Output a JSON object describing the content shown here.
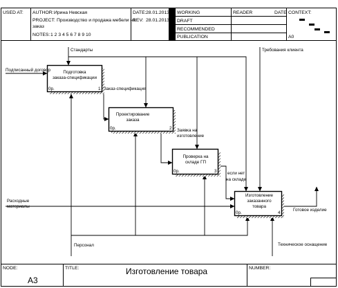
{
  "header": {
    "used_at": "USED AT:",
    "author_label": "AUTHOR:",
    "author": "Ирина Невская",
    "project_label": "PROJECT:",
    "project_line1": "Производство и продажа мебели на",
    "project_line2": "заказ",
    "notes_label": "NOTES:",
    "notes": "1  2  3  4  5  6  7  8  9  10",
    "date_label": "DATE:",
    "date": "28.01.2013",
    "rev_label": "REV:",
    "rev": "28.01.2013",
    "working": "WORKING",
    "draft": "DRAFT",
    "recommended": "RECOMMENDED",
    "publication": "PUBLICATION",
    "reader": "READER",
    "reader_date": "DATE",
    "context": "CONTEXT:",
    "context_node": "A0"
  },
  "activities": [
    {
      "line1": "Подготовка",
      "line2": "заказа-спецификации",
      "cost": "0р.",
      "num": "1"
    },
    {
      "line1": "Проектирование",
      "line2": "заказа",
      "cost": "0р.",
      "num": "2"
    },
    {
      "line1": "Проверка на",
      "line2": "складе ГП",
      "cost": "0р.",
      "num": "3"
    },
    {
      "line1": "Изготовление",
      "line2": "заказанного",
      "line3": "товара",
      "cost": "0р.",
      "num": "4"
    }
  ],
  "arrows": {
    "standards": "Стандарты",
    "signed_contract": "Подписанный договор",
    "order_spec": "Заказ-спецификация",
    "order_for_line1": "Заявка на",
    "order_for_line2": "изготовление",
    "if_none_line1": "если нет",
    "if_none_line2": "на складе",
    "customer_req": "Требования клиента",
    "consumables_line1": "Расходные",
    "consumables_line2": "материалы",
    "finished_goods": "Готовое изделие",
    "personnel": "Персонал",
    "equipment": "Техническое оснащение"
  },
  "footer": {
    "node_label": "NODE:",
    "node": "A3",
    "title_label": "TITLE:",
    "title": "Изготовление  товара",
    "number_label": "NUMBER:"
  }
}
